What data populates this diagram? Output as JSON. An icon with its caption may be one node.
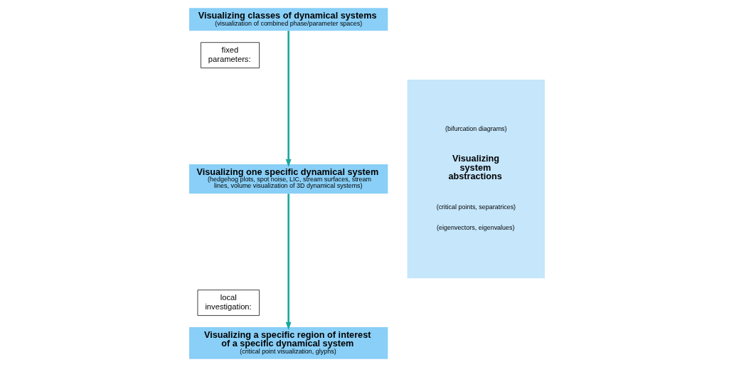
{
  "diagram": {
    "nodes": [
      {
        "text": [
          "Visualizing classes of dynamical systems",
          "(visualization of combined phase/parameter spaces)"
        ]
      },
      {
        "text": [
          "fixed parameters:"
        ]
      },
      {
        "text": [
          "Visualizing one specific dynamical system",
          "(hedgehog plots, spot noise, LIC, stream surfaces, stream lines, volume visualization of 3D dynamical systems)"
        ]
      },
      {
        "text": [
          "local investigation:"
        ]
      },
      {
        "text": [
          "Visualizing a specific region of interest of a specific dynamical system",
          "(critical point visualization, glyphs)"
        ]
      },
      {
        "text": [
          "(bifurcation diagrams)",
          "Visualizing system abstractions",
          "(critical points, separatrices)",
          "(eigenvectors, eigenvalues)"
        ]
      }
    ],
    "edges": [
      {
        "from": 0,
        "to": 2,
        "arrow": "to"
      },
      {
        "from": 2,
        "to": 4,
        "arrow": "to"
      }
    ]
  }
}
